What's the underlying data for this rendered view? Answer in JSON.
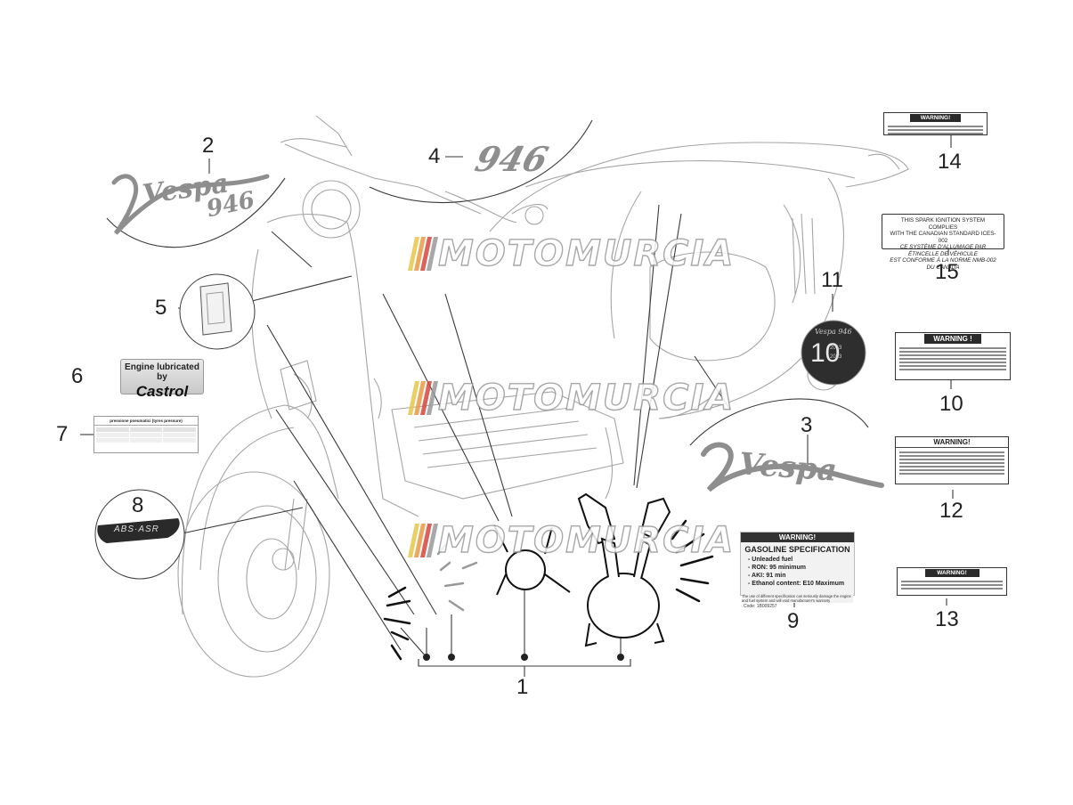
{
  "watermark": {
    "text": "MOTOMURCIA",
    "colors": [
      "#e8c64a",
      "#e89b45",
      "#d9453e",
      "#9a9a9a"
    ]
  },
  "callouts": [
    {
      "num": "1"
    },
    {
      "num": "2"
    },
    {
      "num": "3"
    },
    {
      "num": "4"
    },
    {
      "num": "5"
    },
    {
      "num": "6"
    },
    {
      "num": "7"
    },
    {
      "num": "8"
    },
    {
      "num": "9"
    },
    {
      "num": "10"
    },
    {
      "num": "11"
    },
    {
      "num": "12"
    },
    {
      "num": "13"
    },
    {
      "num": "14"
    },
    {
      "num": "15"
    }
  ],
  "decals": {
    "vespa_script": "Vespa",
    "model_946": "946",
    "castrol_top": "Engine lubricated by",
    "castrol_brand": "Castrol",
    "abs_text": "ABS·ASR",
    "tyre_title": "pressione pneumatici (tyres pressure)",
    "anniv_small": "Vespa 946",
    "anniv_big": "10",
    "anniv_years": [
      "2013",
      "2023"
    ],
    "warning_title": "WARNING!",
    "warning_title_10": "WARNING !",
    "canada_lines": [
      "THIS SPARK IGNITION SYSTEM COMPLIES",
      "WITH THE CANADIAN STANDARD ICES-002",
      "CE SYSTÈME D'ALLUMAGE PAR ÉTINCELLE DE VÉHICULE",
      "EST CONFORME À LA NORME NMB-002 DU CANADA"
    ],
    "gasoline": {
      "title": "GASOLINE SPECIFICATION",
      "items": [
        "- Unleaded fuel",
        "- RON: 95 minimum",
        "- AKI: 91 min",
        "- Ethanol content: E10 Maximum"
      ],
      "note": "The use of different specification can seriously damage the engine and fuel system and will void manufacturer's warranty",
      "code": "Code: 1B009257"
    }
  },
  "colors": {
    "line": "#3a3a3a",
    "scooter": "#9c9c9c",
    "decal_grey": "#8e8e8e",
    "dark_badge": "#2e2e2e"
  }
}
